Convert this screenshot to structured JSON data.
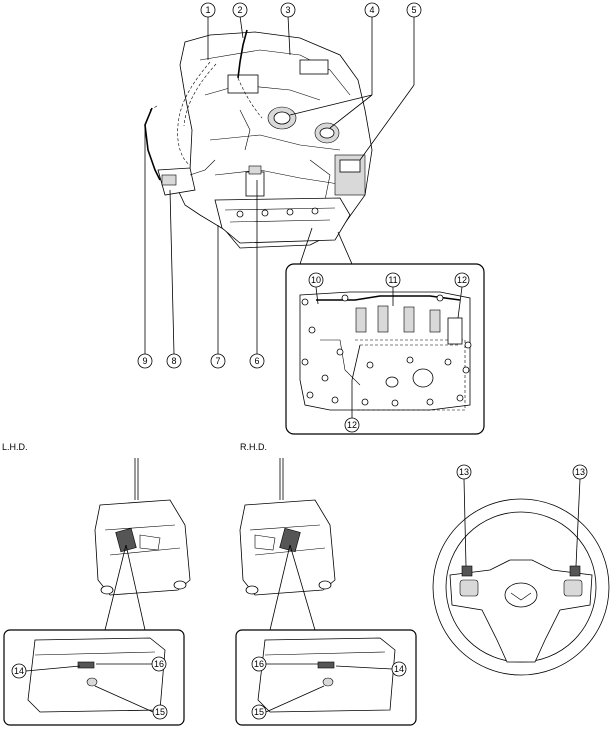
{
  "callouts": [
    {
      "id": "c1",
      "text": "1"
    },
    {
      "id": "c2",
      "text": "2"
    },
    {
      "id": "c3",
      "text": "3"
    },
    {
      "id": "c4",
      "text": "4"
    },
    {
      "id": "c5",
      "text": "5"
    },
    {
      "id": "c6",
      "text": "6"
    },
    {
      "id": "c7",
      "text": "7"
    },
    {
      "id": "c8",
      "text": "8"
    },
    {
      "id": "c9",
      "text": "9"
    },
    {
      "id": "c10",
      "text": "10"
    },
    {
      "id": "c11",
      "text": "11"
    },
    {
      "id": "c12a",
      "text": "12"
    },
    {
      "id": "c12b",
      "text": "12"
    },
    {
      "id": "c13a",
      "text": "13"
    },
    {
      "id": "c13b",
      "text": "13"
    },
    {
      "id": "c14a",
      "text": "14"
    },
    {
      "id": "c14b",
      "text": "14"
    },
    {
      "id": "c15a",
      "text": "15"
    },
    {
      "id": "c15b",
      "text": "15"
    },
    {
      "id": "c16a",
      "text": "16"
    },
    {
      "id": "c16b",
      "text": "16"
    }
  ],
  "captions": {
    "lhd": "L.H.D.",
    "rhd": "R.H.D."
  }
}
